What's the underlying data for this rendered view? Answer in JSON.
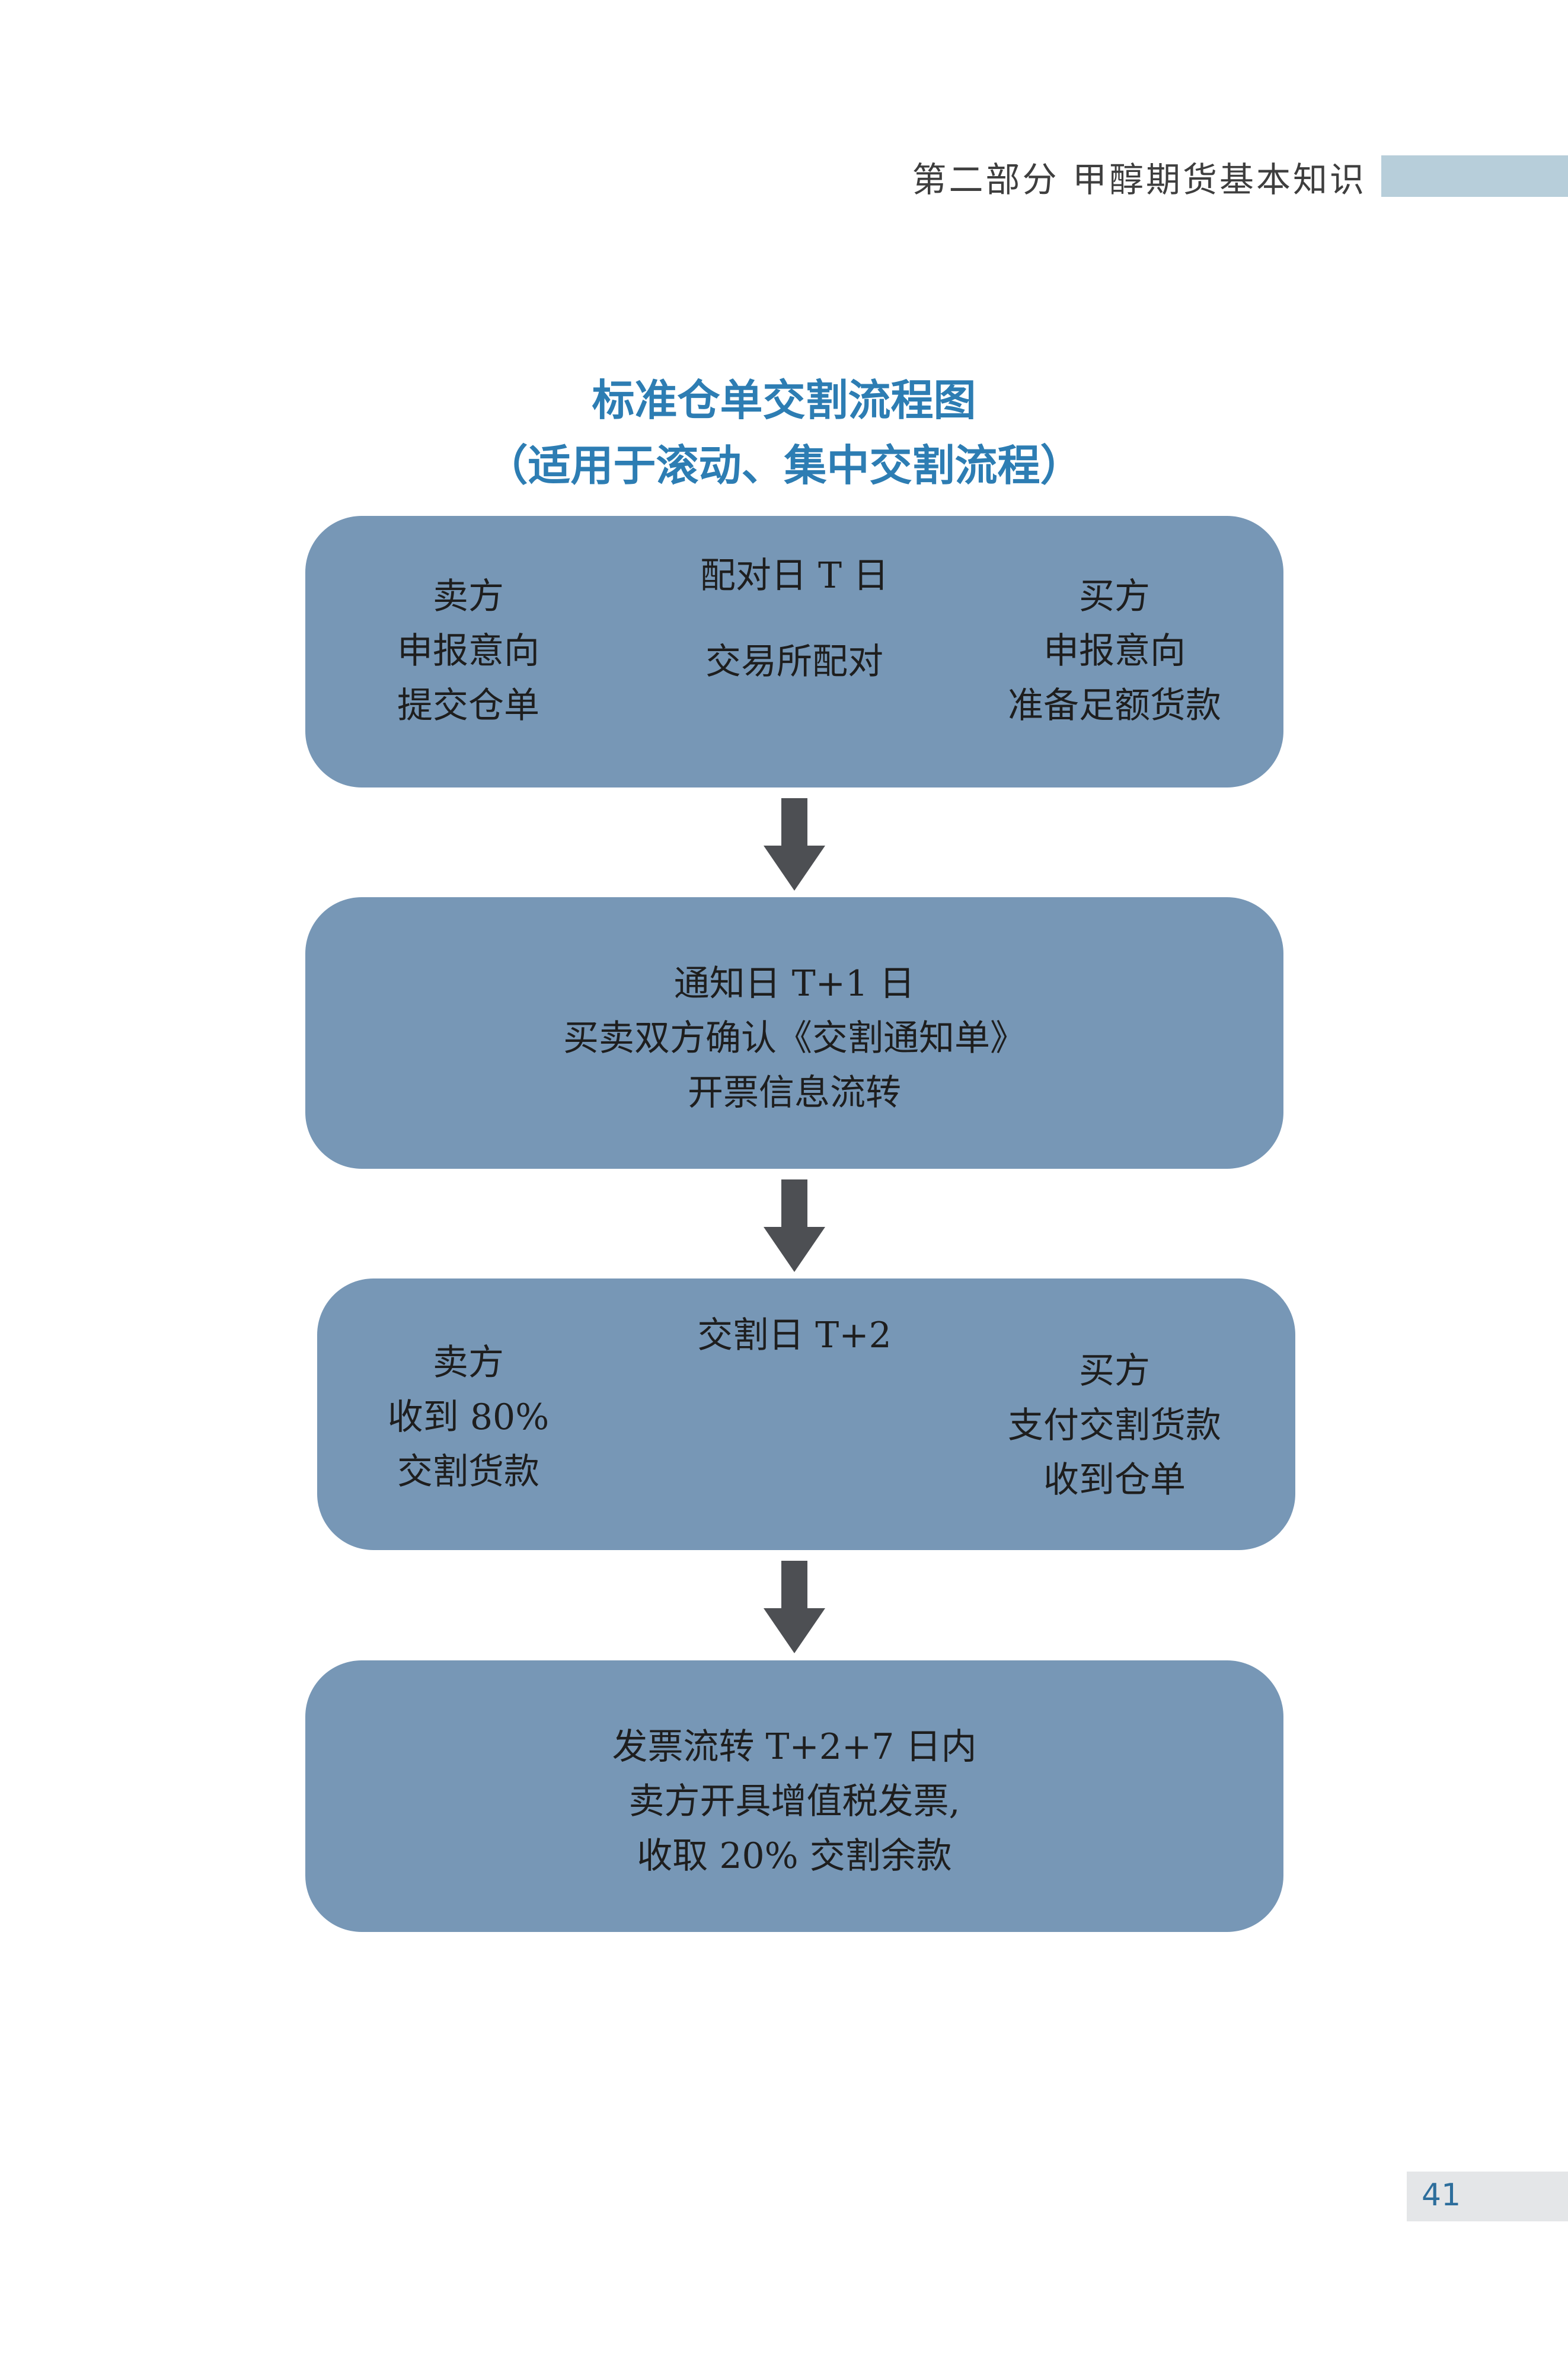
{
  "header": {
    "section_title": "第二部分 甲醇期货基本知识"
  },
  "title": {
    "line1": "标准仓单交割流程图",
    "line2": "（适用于滚动、集中交割流程）"
  },
  "steps": [
    {
      "center": [
        "配对日 T 日",
        "交易所配对"
      ],
      "left": [
        "卖方",
        "申报意向",
        "提交仓单"
      ],
      "right": [
        "买方",
        "申报意向",
        "准备足额货款"
      ]
    },
    {
      "center": [
        "通知日 T+1 日",
        "买卖双方确认《交割通知单》",
        "开票信息流转"
      ]
    },
    {
      "center": [
        "交割日 T+2"
      ],
      "left": [
        "卖方",
        "收到 80%",
        "交割货款"
      ],
      "right": [
        "买方",
        "支付交割货款",
        "收到仓单"
      ]
    },
    {
      "center": [
        "发票流转 T+2+7 日内",
        "卖方开具增值税发票,",
        "收取 20% 交割余款"
      ]
    }
  ],
  "footer": {
    "page_number": "41"
  },
  "colors": {
    "box": "#7797b6",
    "arrow": "#4d4f53",
    "title": "#2d7db3",
    "header_bar": "#b7ceda"
  }
}
